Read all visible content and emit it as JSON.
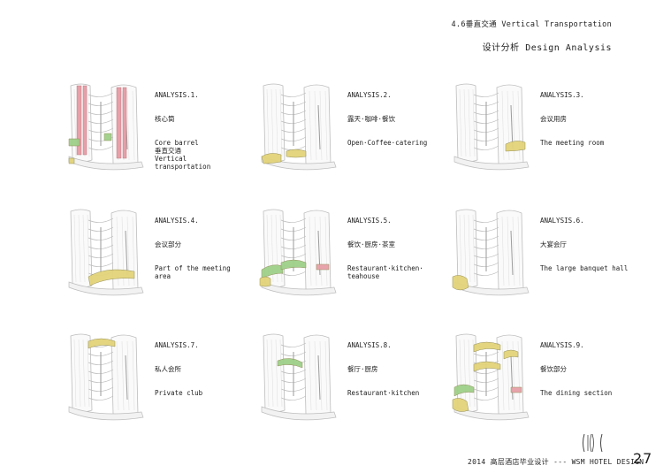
{
  "header": {
    "section": "4.6垂直交通 Vertical Transportation",
    "subtitle": "设计分析  Design Analysis"
  },
  "analyses": [
    {
      "heading": "ANALYSIS.1.",
      "cn": "核心筒",
      "en": "Core barrel\n垂直交通\nVertical\ntransportation",
      "highlight": "pink-cores"
    },
    {
      "heading": "ANALYSIS.2.",
      "cn": "露天·咖啡·餐饮",
      "en": "Open·Coffee·catering",
      "highlight": "yellow-bottom-left"
    },
    {
      "heading": "ANALYSIS.3.",
      "cn": "会议用房",
      "en": "The meeting room",
      "highlight": "yellow-right"
    },
    {
      "heading": "ANALYSIS.4.",
      "cn": "会议部分",
      "en": "Part of the meeting\narea",
      "highlight": "yellow-mid"
    },
    {
      "heading": "ANALYSIS.5.",
      "cn": "餐饮·厨房·茶室",
      "en": "Restaurant·kitchen·\nteahouse",
      "highlight": "green-pink"
    },
    {
      "heading": "ANALYSIS.6.",
      "cn": "大宴会厅",
      "en": "The large banquet hall",
      "highlight": "yellow-corner"
    },
    {
      "heading": "ANALYSIS.7.",
      "cn": "私人会所",
      "en": "Private club",
      "highlight": "yellow-top"
    },
    {
      "heading": "ANALYSIS.8.",
      "cn": "餐厅·厨房",
      "en": "Restaurant·kitchen",
      "highlight": "green-mid"
    },
    {
      "heading": "ANALYSIS.9.",
      "cn": "餐饮部分",
      "en": "The dining section",
      "highlight": "mixed"
    }
  ],
  "footer": {
    "text": "2014 高层酒店毕业设计 --- WSM HOTEL DESIGN",
    "page": "27"
  },
  "colors": {
    "pink": "#e8a0a8",
    "yellow": "#e3d47a",
    "green": "#9fd08a",
    "model_line": "#bdbdbd"
  }
}
